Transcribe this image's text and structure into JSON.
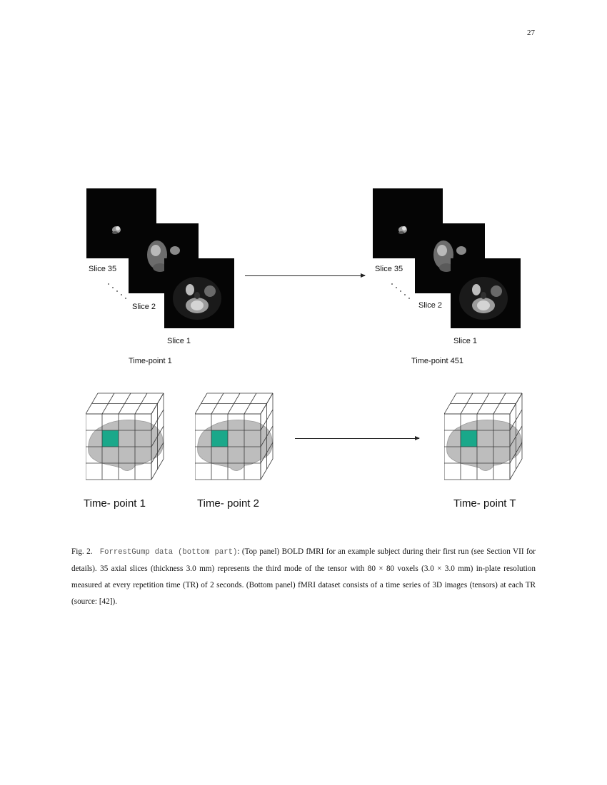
{
  "page_number": "27",
  "figure": {
    "top_panel": {
      "groups": [
        {
          "slice_labels": [
            "Slice 35",
            "Slice 2",
            "Slice 1"
          ],
          "timepoint_label": "Time-point 1"
        },
        {
          "slice_labels": [
            "Slice 35",
            "Slice 2",
            "Slice 1"
          ],
          "timepoint_label": "Time-point 451"
        }
      ]
    },
    "bottom_panel": {
      "labels": [
        "Time- point 1",
        "Time- point 2",
        "Time- point T"
      ],
      "highlight_color": "#1aa88a"
    }
  },
  "caption": {
    "prefix": "Fig. 2.",
    "code": "ForrestGump data (bottom part)",
    "text": ": (Top panel) BOLD fMRI for an example subject during their first run (see Section VII for details). 35 axial slices (thickness 3.0 mm) represents the third mode of the tensor with 80 × 80 voxels (3.0 × 3.0 mm) in-plate resolution measured at every repetition time (TR) of 2 seconds. (Bottom panel) fMRI dataset consists of a time series of 3D images (tensors) at each TR (source: [42])."
  }
}
